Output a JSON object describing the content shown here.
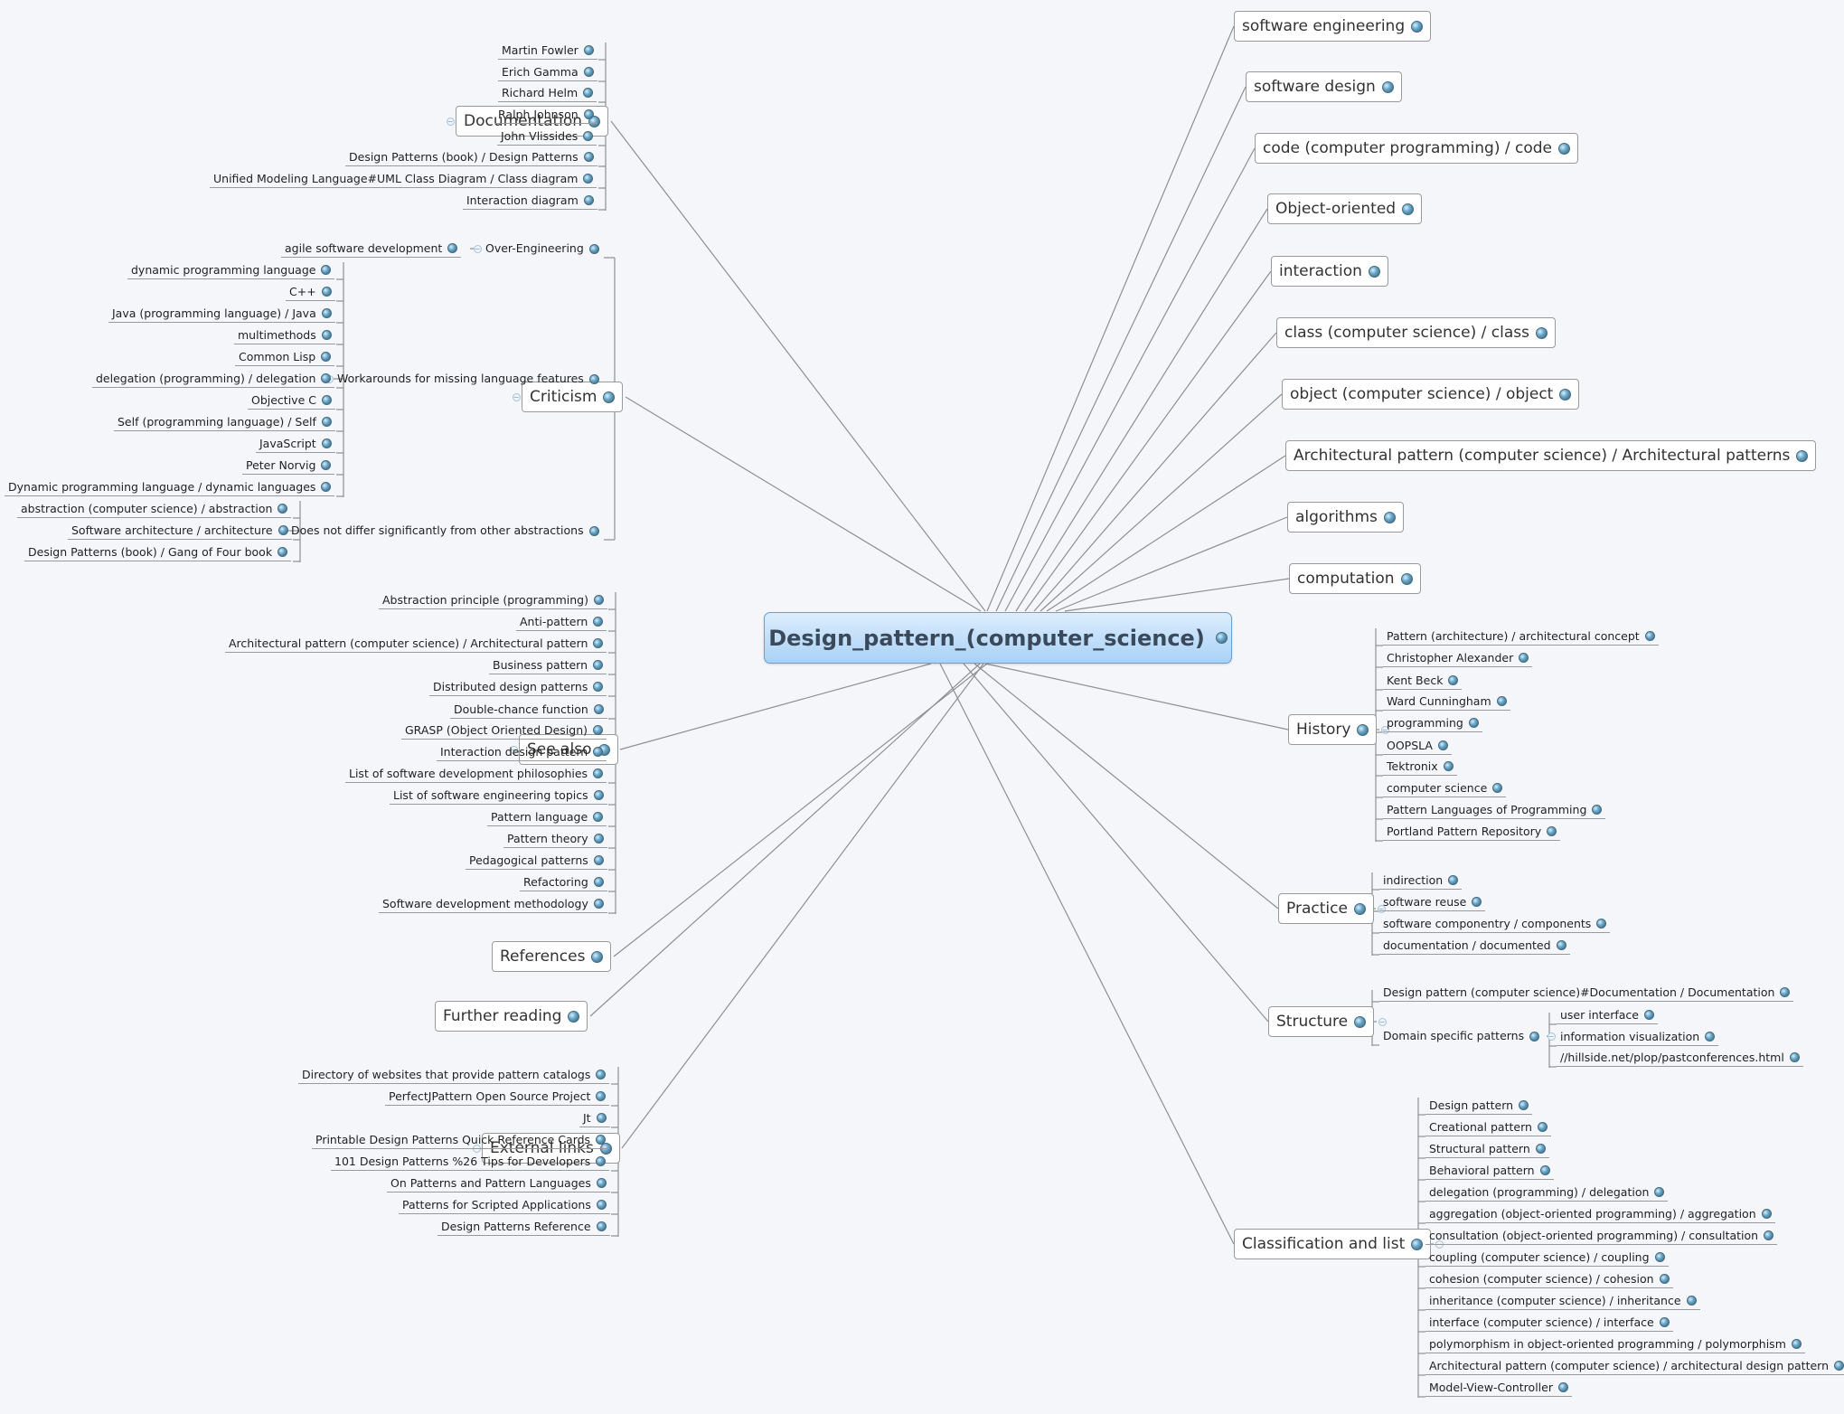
{
  "central": {
    "label": "Design_pattern_(computer_science)",
    "icon": "topic-marker-icon"
  },
  "colors": {
    "line": "#8f8f8f",
    "central_top": "#dcedfd",
    "central_bottom": "#a9d2f7",
    "marker": "#6aa7c8"
  },
  "branches_right": [
    {
      "label": "software engineering"
    },
    {
      "label": "software design"
    },
    {
      "label": "code (computer programming) / code"
    },
    {
      "label": "Object-oriented"
    },
    {
      "label": "interaction"
    },
    {
      "label": "class (computer science) / class"
    },
    {
      "label": "object (computer science) / object"
    },
    {
      "label": "Architectural pattern (computer science) / Architectural patterns"
    },
    {
      "label": "algorithms"
    },
    {
      "label": "computation"
    },
    {
      "label": "History",
      "children": [
        {
          "label": "Pattern (architecture) / architectural concept"
        },
        {
          "label": "Christopher Alexander"
        },
        {
          "label": "Kent Beck"
        },
        {
          "label": "Ward Cunningham"
        },
        {
          "label": "programming"
        },
        {
          "label": "OOPSLA"
        },
        {
          "label": "Tektronix"
        },
        {
          "label": "computer science"
        },
        {
          "label": "Pattern Languages of Programming"
        },
        {
          "label": "Portland Pattern Repository"
        }
      ]
    },
    {
      "label": "Practice",
      "children": [
        {
          "label": "indirection"
        },
        {
          "label": "software reuse"
        },
        {
          "label": "software componentry / components"
        },
        {
          "label": "documentation / documented"
        }
      ]
    },
    {
      "label": "Structure",
      "children": [
        {
          "label": "Design pattern (computer science)#Documentation / Documentation"
        },
        {
          "label": "Domain specific patterns",
          "children": [
            {
              "label": "user interface"
            },
            {
              "label": "information visualization"
            },
            {
              "label": "//hillside.net/plop/pastconferences.html"
            }
          ]
        }
      ]
    },
    {
      "label": "Classification and list",
      "children": [
        {
          "label": "Design pattern"
        },
        {
          "label": "Creational pattern"
        },
        {
          "label": "Structural pattern"
        },
        {
          "label": "Behavioral pattern"
        },
        {
          "label": "delegation (programming) / delegation"
        },
        {
          "label": "aggregation (object-oriented programming) / aggregation"
        },
        {
          "label": "consultation (object-oriented programming) / consultation"
        },
        {
          "label": "coupling (computer science) / coupling"
        },
        {
          "label": "cohesion (computer science) / cohesion"
        },
        {
          "label": "inheritance (computer science) / inheritance"
        },
        {
          "label": "interface (computer science) / interface"
        },
        {
          "label": "polymorphism in object-oriented programming / polymorphism"
        },
        {
          "label": "Architectural pattern (computer science) / architectural design pattern"
        },
        {
          "label": "Model-View-Controller"
        }
      ]
    }
  ],
  "branches_left": [
    {
      "label": "Documentation",
      "children": [
        {
          "label": "Martin Fowler"
        },
        {
          "label": "Erich Gamma"
        },
        {
          "label": "Richard Helm"
        },
        {
          "label": "Ralph Johnson"
        },
        {
          "label": "John Vlissides"
        },
        {
          "label": "Design Patterns (book) / Design Patterns"
        },
        {
          "label": "Unified Modeling Language#UML Class Diagram / Class diagram"
        },
        {
          "label": "Interaction diagram"
        }
      ]
    },
    {
      "label": "Criticism",
      "children": [
        {
          "label": "Over-Engineering",
          "children": [
            {
              "label": "agile software development"
            }
          ]
        },
        {
          "label": "Workarounds for missing language features",
          "children": [
            {
              "label": "dynamic programming language"
            },
            {
              "label": "C++"
            },
            {
              "label": "Java (programming language) / Java"
            },
            {
              "label": "multimethods"
            },
            {
              "label": "Common Lisp"
            },
            {
              "label": "delegation (programming) / delegation"
            },
            {
              "label": "Objective C"
            },
            {
              "label": "Self (programming language) / Self"
            },
            {
              "label": "JavaScript"
            },
            {
              "label": "Peter Norvig"
            },
            {
              "label": "Dynamic programming language / dynamic languages"
            }
          ]
        },
        {
          "label": "Does not differ significantly from other abstractions",
          "children": [
            {
              "label": "abstraction (computer science) / abstraction"
            },
            {
              "label": "Software architecture / architecture"
            },
            {
              "label": "Design Patterns (book) / Gang of Four book"
            }
          ]
        }
      ]
    },
    {
      "label": "See also",
      "children": [
        {
          "label": "Abstraction principle (programming)"
        },
        {
          "label": "Anti-pattern"
        },
        {
          "label": "Architectural pattern (computer science) / Architectural pattern"
        },
        {
          "label": "Business pattern"
        },
        {
          "label": "Distributed design patterns"
        },
        {
          "label": "Double-chance function"
        },
        {
          "label": "GRASP (Object Oriented Design)"
        },
        {
          "label": "Interaction design pattern"
        },
        {
          "label": "List of software development philosophies"
        },
        {
          "label": "List of software engineering topics"
        },
        {
          "label": "Pattern language"
        },
        {
          "label": "Pattern theory"
        },
        {
          "label": "Pedagogical patterns"
        },
        {
          "label": "Refactoring"
        },
        {
          "label": "Software development methodology"
        }
      ]
    },
    {
      "label": "References"
    },
    {
      "label": "Further reading"
    },
    {
      "label": "External links",
      "children": [
        {
          "label": "Directory of websites that provide pattern catalogs"
        },
        {
          "label": "PerfectJPattern Open Source Project"
        },
        {
          "label": "Jt"
        },
        {
          "label": "Printable Design Patterns Quick Reference Cards"
        },
        {
          "label": "101 Design Patterns %26 Tips for Developers"
        },
        {
          "label": "On Patterns and Pattern Languages"
        },
        {
          "label": "Patterns for Scripted Applications"
        },
        {
          "label": "Design Patterns Reference"
        }
      ]
    }
  ]
}
